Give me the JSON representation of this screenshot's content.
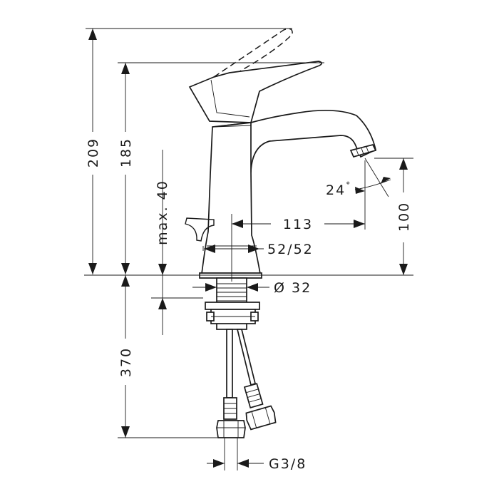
{
  "dimensions": {
    "total_height": "209",
    "body_height": "185",
    "max_thickness": "max. 40",
    "spout_reach": "113",
    "spout_height": "100",
    "spout_angle": "24",
    "angle_unit": "°",
    "base_diameter": "52/52",
    "shank_diameter": "Ø 32",
    "hose_length": "370",
    "connection_thread": "G3/8"
  }
}
